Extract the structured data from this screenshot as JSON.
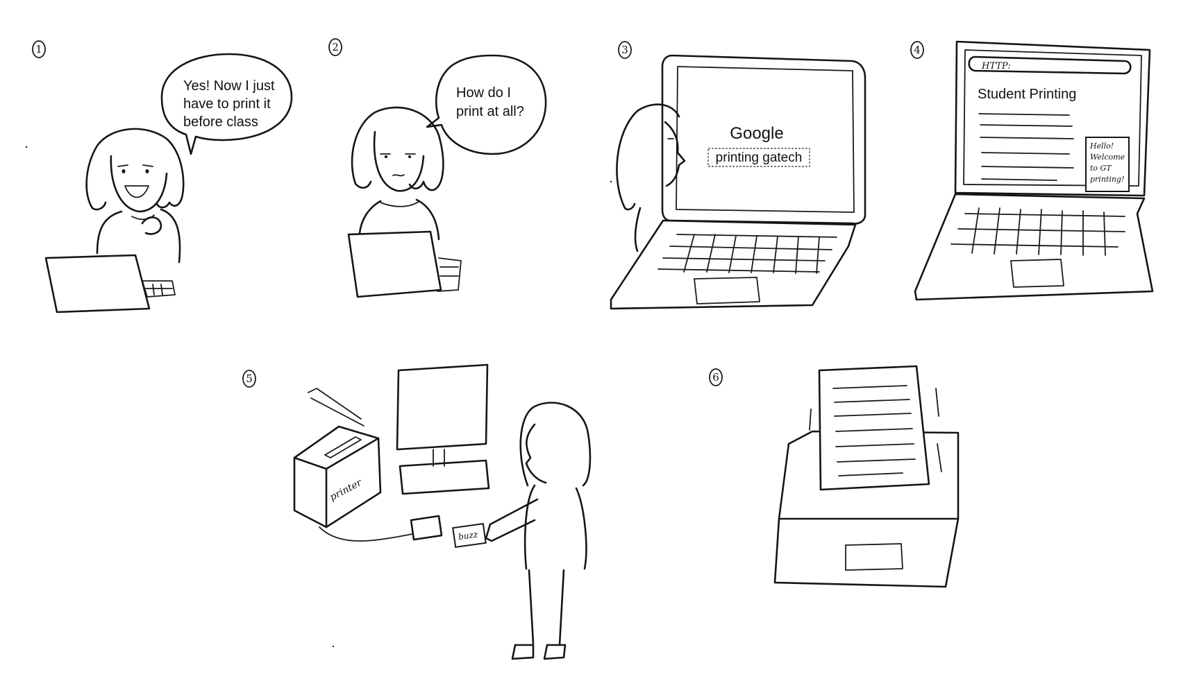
{
  "panels": [
    {
      "number": "1",
      "bubble_lines": [
        "Yes! Now I just",
        "have to print it",
        "before class"
      ]
    },
    {
      "number": "2",
      "bubble_lines": [
        "How do I",
        "print at all?"
      ]
    },
    {
      "number": "3",
      "screen": {
        "title": "Google",
        "search_text": "printing gatech"
      }
    },
    {
      "number": "4",
      "screen": {
        "url_label": "HTTP:",
        "title": "Student Printing",
        "note_lines": [
          "Hello!",
          "Welcome",
          "to GT",
          "printing!"
        ]
      }
    },
    {
      "number": "5",
      "printer_label": "printer",
      "card_label": "buzz"
    },
    {
      "number": "6"
    }
  ]
}
